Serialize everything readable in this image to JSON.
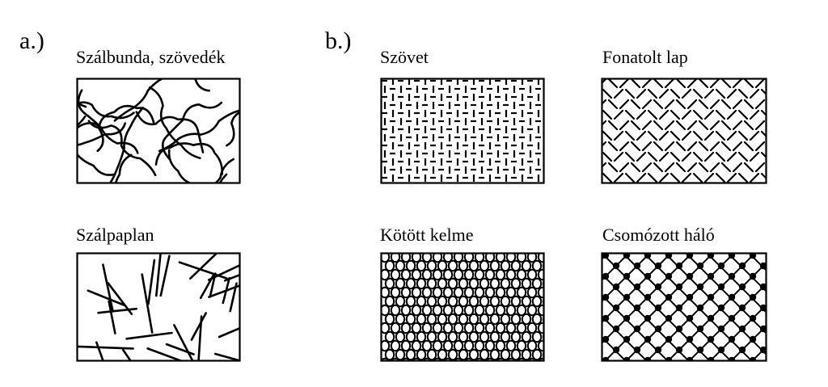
{
  "groups": [
    {
      "label": "a.)",
      "items": [
        "Szálbunda, szövedék",
        "Szálpaplan"
      ]
    },
    {
      "label": "b.)",
      "items": [
        "Szövet",
        "Fonatolt lap",
        "Kötött kelme",
        "Csomózott háló"
      ]
    }
  ],
  "colors": {
    "ink": "#000000",
    "background": "#ffffff"
  }
}
